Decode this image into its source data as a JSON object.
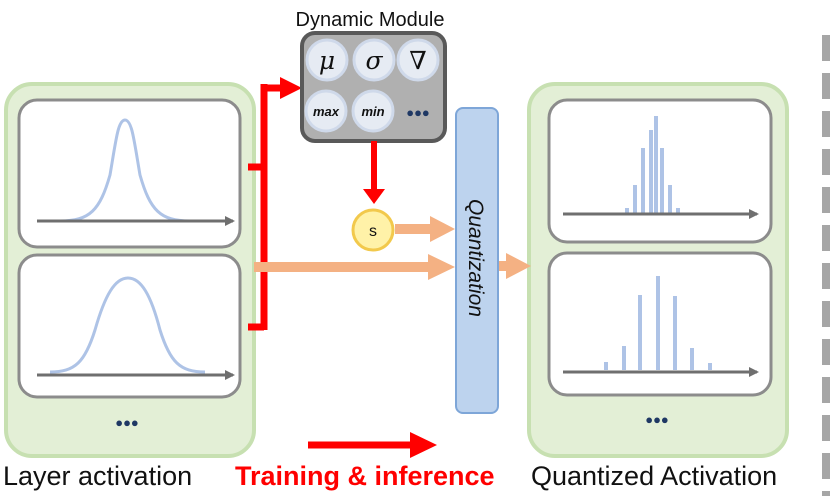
{
  "module": {
    "title": "Dynamic Module",
    "symbols": [
      "μ",
      "σ",
      "∇"
    ],
    "small_labels": [
      "max",
      "min"
    ],
    "more": "●●●"
  },
  "scale_node": {
    "label": "s"
  },
  "quant_block": {
    "label": "Quantization"
  },
  "left_panel": {
    "caption": "Layer activation",
    "more": "●●●"
  },
  "right_panel": {
    "caption": "Quantized Activation",
    "more": "●●●"
  },
  "legend": {
    "label": "Training & inference"
  },
  "colors": {
    "panel_fill": "#e3efd6",
    "panel_stroke": "#c7e0b1",
    "curve": "#aec3e6",
    "arrow_red": "#ff0000",
    "arrow_peach": "#f4b183",
    "module_fill": "#b0b0b0",
    "quant_fill": "#bdd3ee",
    "quant_stroke": "#7ea6d8",
    "s_fill": "#fff2a8",
    "s_stroke": "#f2c94c"
  }
}
